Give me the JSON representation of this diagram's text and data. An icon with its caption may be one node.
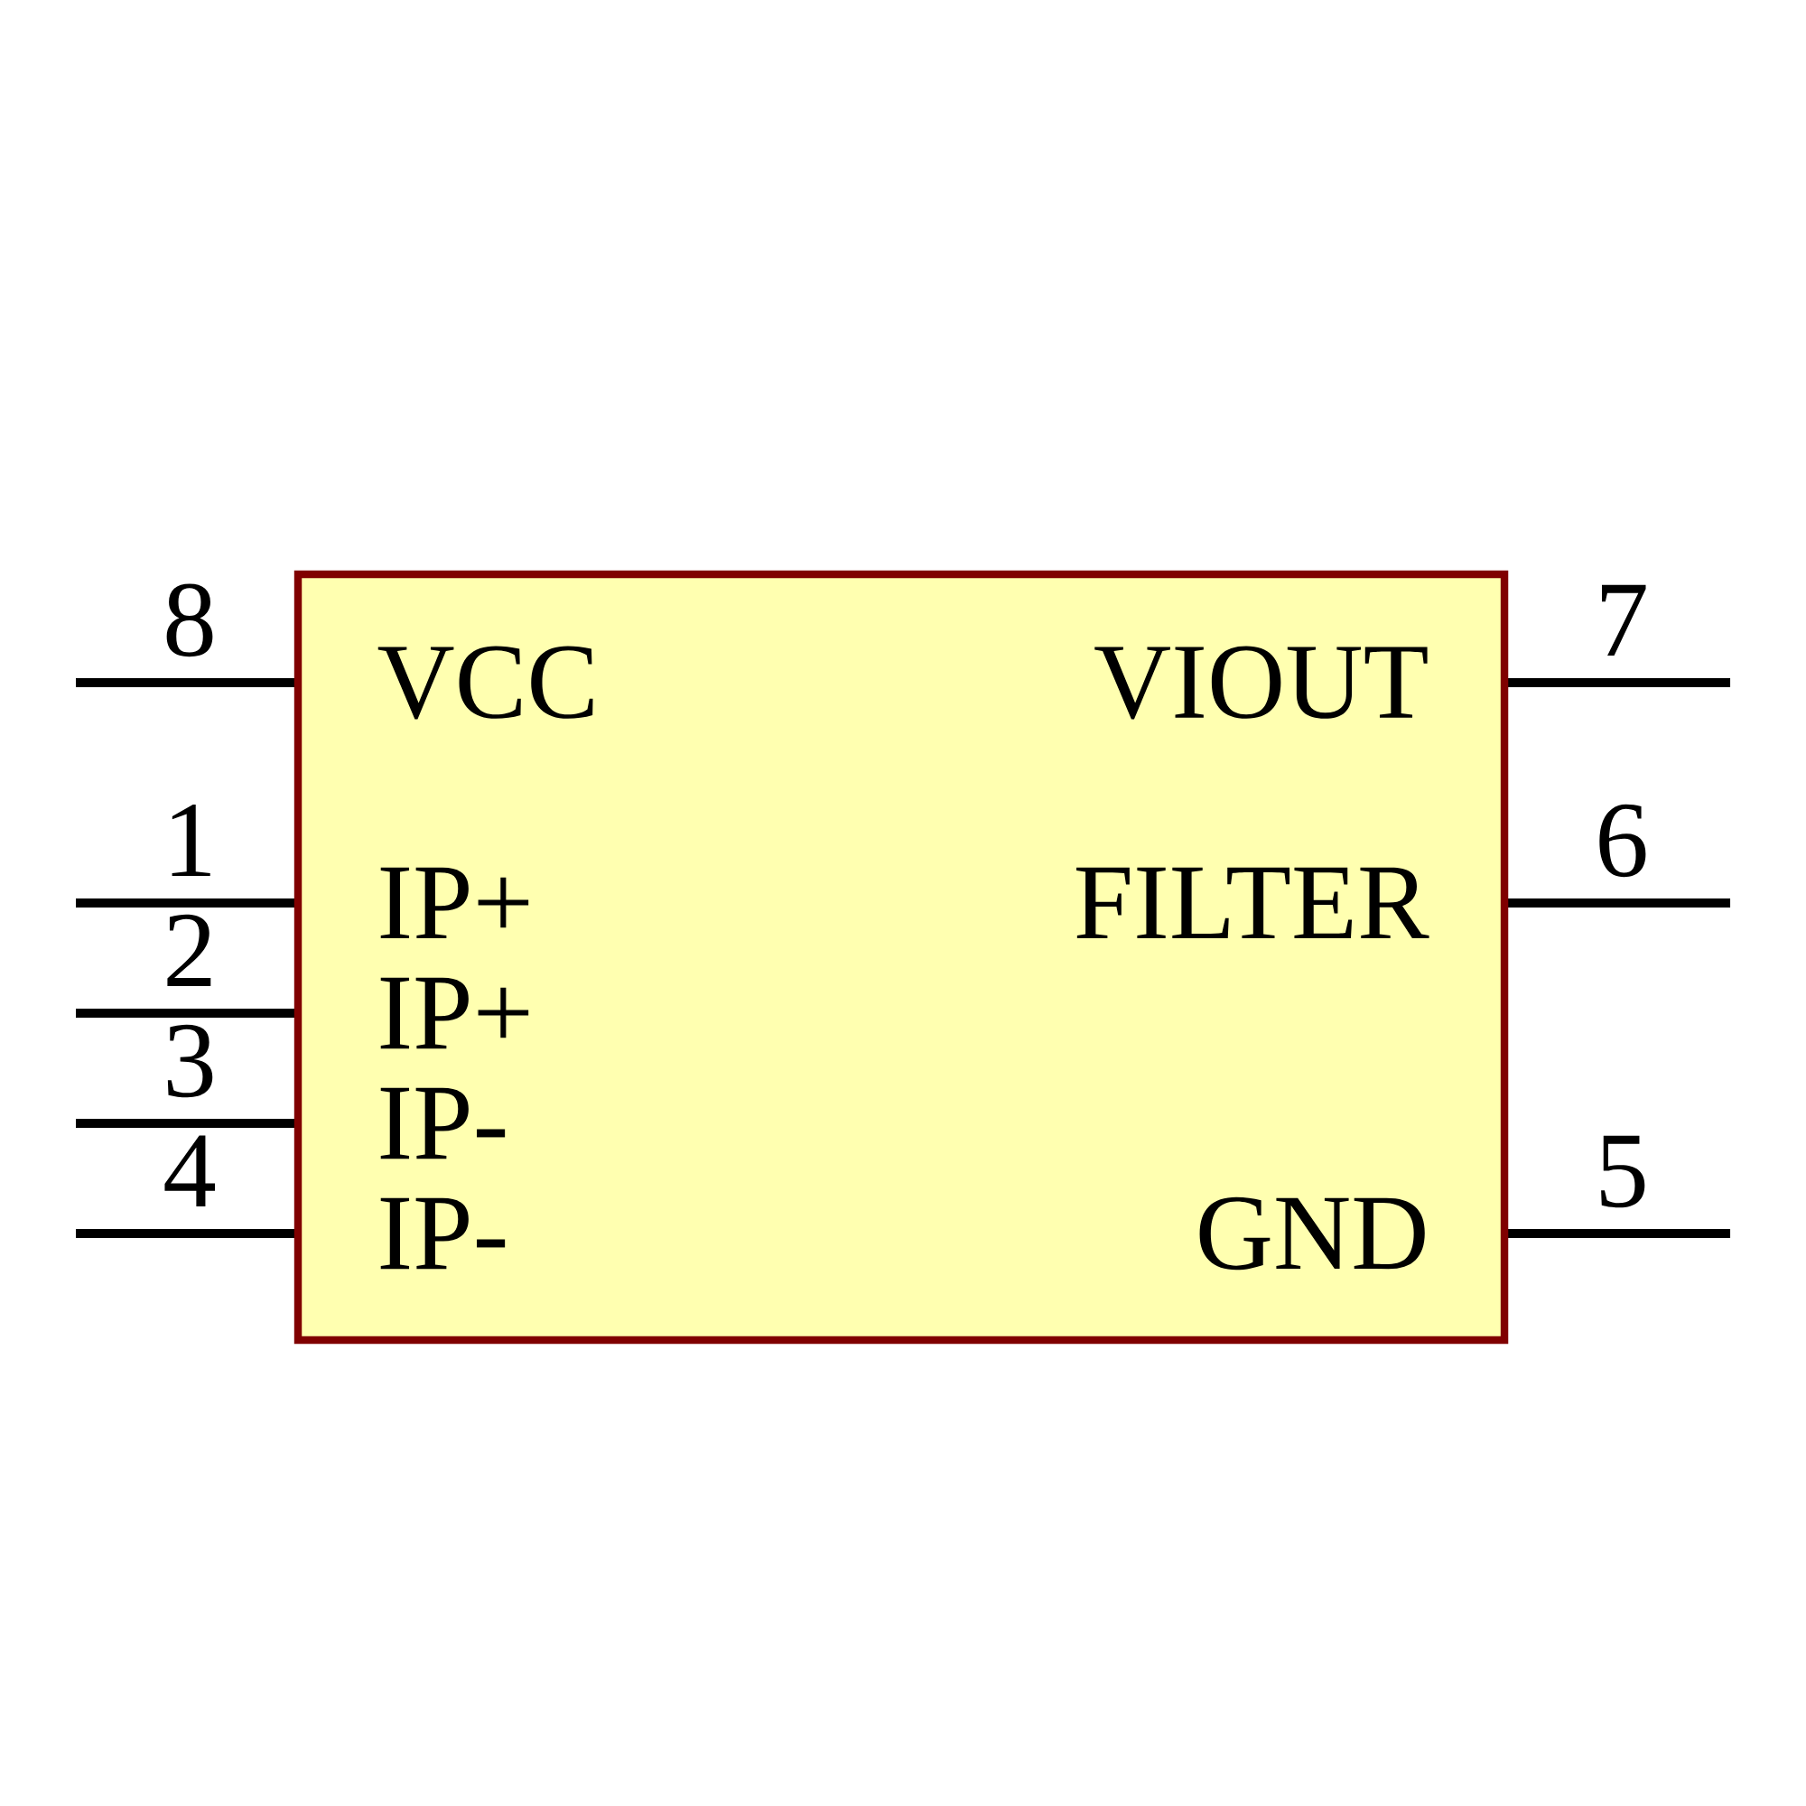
{
  "diagram": {
    "nodes": [
      {
        "text": [
          "VCC",
          "VIOUT",
          "IP+",
          "FILTER",
          "IP+",
          "IP-",
          "IP-",
          "GND"
        ]
      }
    ],
    "labels": [
      "8",
      "7",
      "1",
      "6",
      "2",
      "3",
      "4",
      "5"
    ]
  }
}
